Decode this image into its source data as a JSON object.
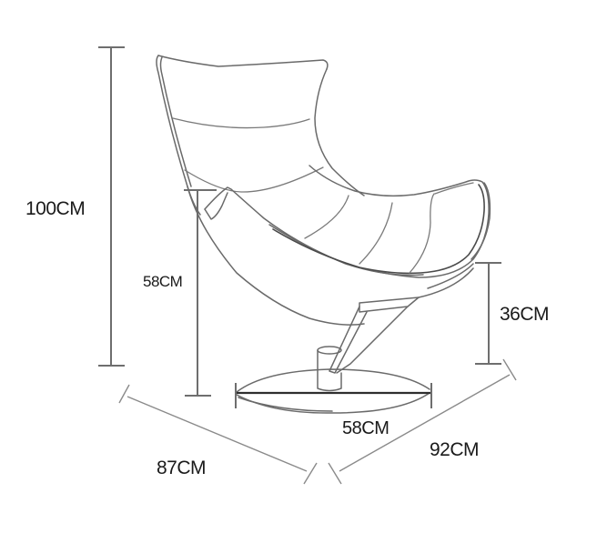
{
  "diagram": {
    "subject": "Lounge chair dimension drawing",
    "dimensions": {
      "overall_height": "100CM",
      "seat_height": "58CM",
      "armrest_clearance": "36CM",
      "base_diameter": "58CM",
      "depth": "87CM",
      "width": "92CM"
    },
    "colors": {
      "line": "#6e6e6e",
      "text": "#1a1a1a",
      "background": "#ffffff"
    }
  }
}
